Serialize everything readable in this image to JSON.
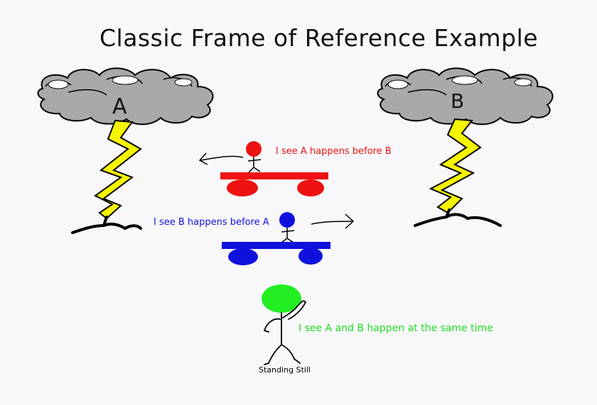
{
  "title": "Classic Frame of Reference Example",
  "clouds": [
    {
      "label": "A"
    },
    {
      "label": "B"
    }
  ],
  "observers": {
    "red_train": {
      "caption": "I see A happens before B",
      "color": "#ee1111"
    },
    "blue_train": {
      "caption": "I see B happens before A",
      "color": "#1111dd"
    },
    "standing": {
      "caption": "I see A and B happen at the same time",
      "color": "#22dd22",
      "sub_caption": "Standing Still"
    }
  },
  "colors": {
    "cloud": "#a9a9a9",
    "lightning": "#f5f500",
    "ink": "#000000"
  }
}
